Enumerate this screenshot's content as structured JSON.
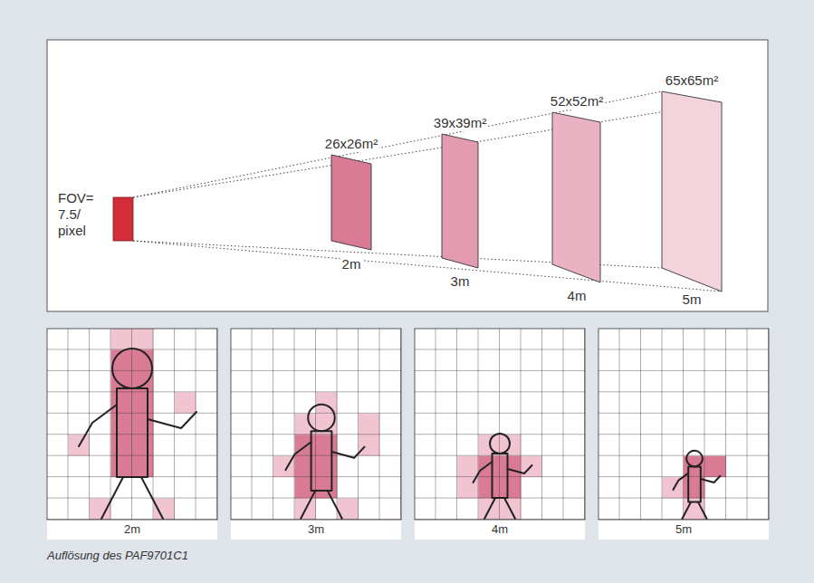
{
  "diagram": {
    "caption": "Auflösung des PAF9701C1",
    "labels": [
      "FOV= 7.5/ pixel",
      "26x26m²",
      "39x39m²",
      "52x52m²",
      "65x65m²",
      "2m",
      "3m",
      "4m",
      "5m",
      "2m",
      "3m",
      "4m",
      "5m"
    ]
  }
}
